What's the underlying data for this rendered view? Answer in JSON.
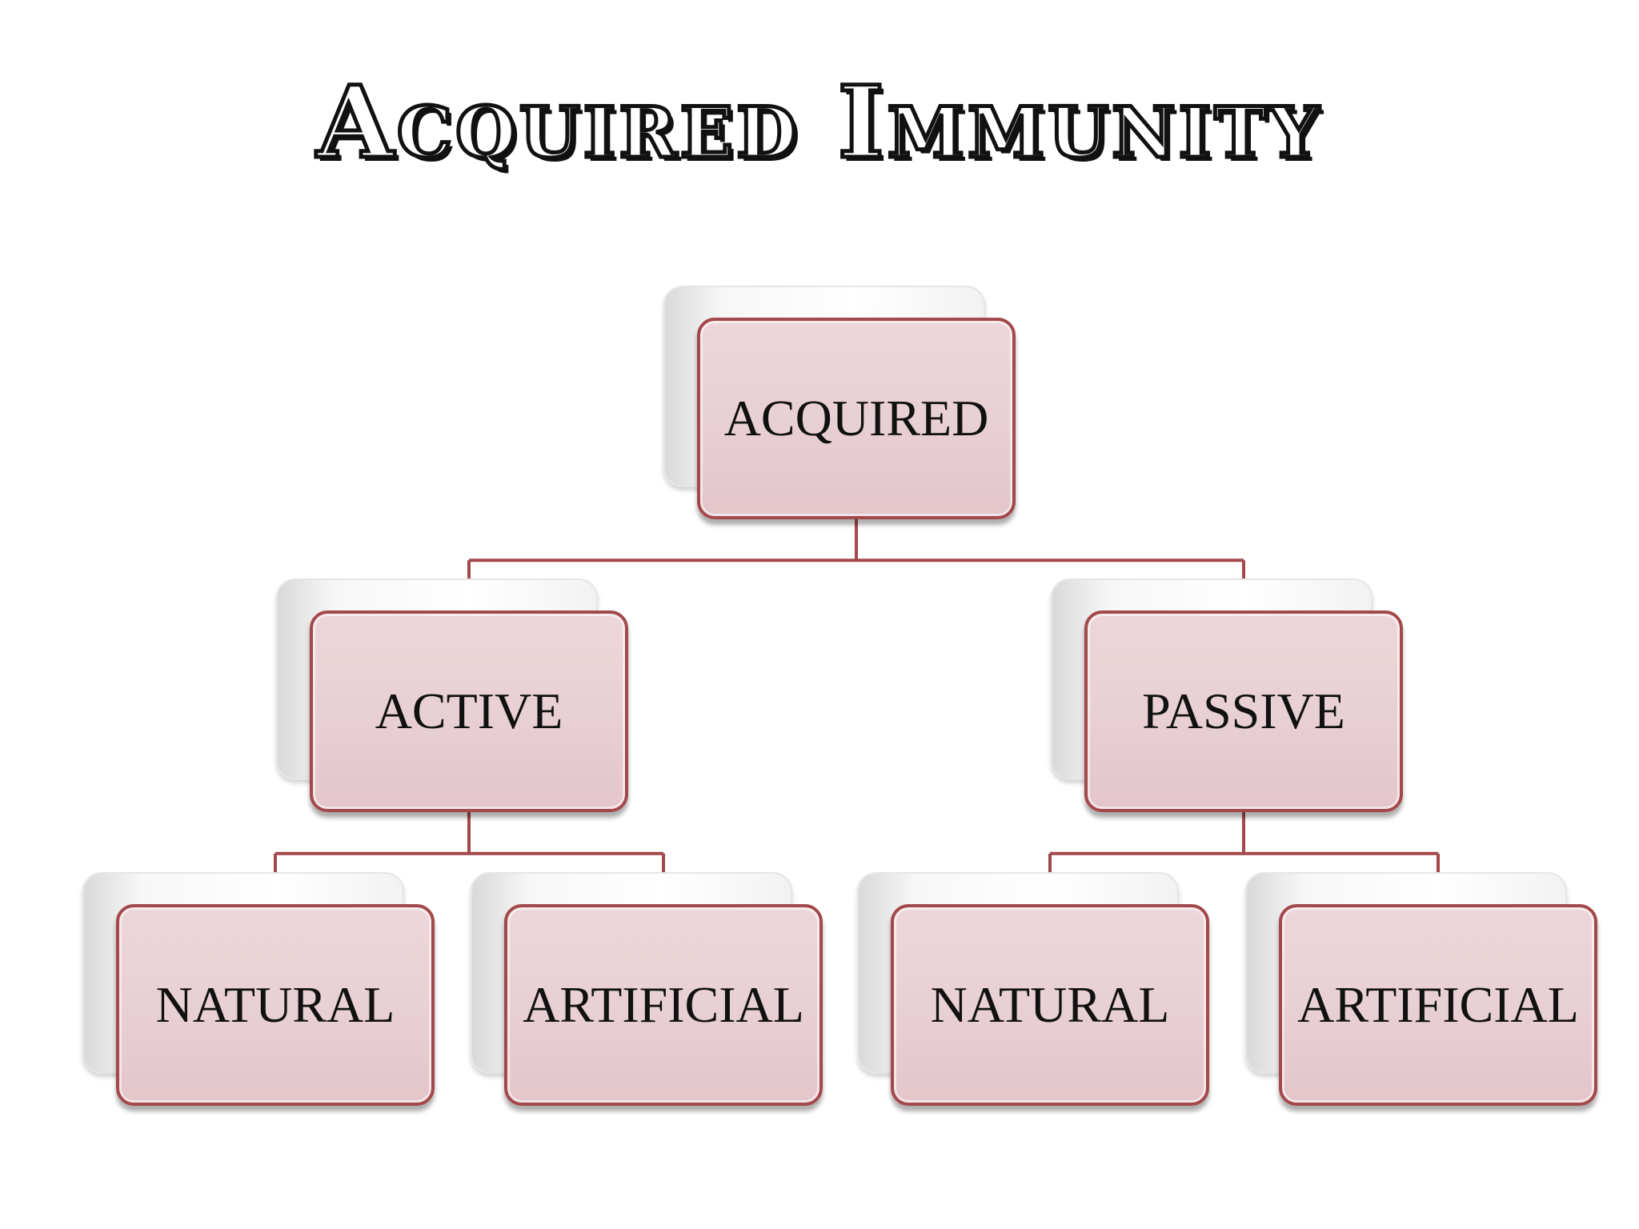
{
  "title": "Acquired Immunity",
  "colors": {
    "connector": "#a3484b",
    "card_fill": "#e8cfd3",
    "card_border": "#a3484b",
    "back_card": "#f2f2f2"
  },
  "nodes": {
    "root": "ACQUIRED",
    "active": "ACTIVE",
    "passive": "PASSIVE",
    "active_natural": "NATURAL",
    "active_artificial": "ARTIFICIAL",
    "passive_natural": "NATURAL",
    "passive_artificial": "ARTIFICIAL"
  },
  "hierarchy": [
    {
      "parent": "ACQUIRED",
      "children": [
        "ACTIVE",
        "PASSIVE"
      ]
    },
    {
      "parent": "ACTIVE",
      "children": [
        "NATURAL",
        "ARTIFICIAL"
      ]
    },
    {
      "parent": "PASSIVE",
      "children": [
        "NATURAL",
        "ARTIFICIAL"
      ]
    }
  ]
}
